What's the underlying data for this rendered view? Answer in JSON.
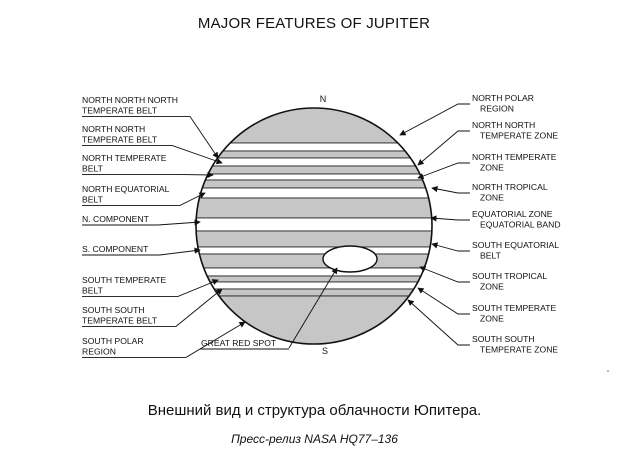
{
  "title": "MAJOR FEATURES OF JUPITER",
  "poles": {
    "north": "N",
    "south": "S"
  },
  "left_labels": [
    {
      "lines": [
        "NORTH NORTH NORTH",
        "TEMPERATE BELT"
      ]
    },
    {
      "lines": [
        "NORTH NORTH",
        "TEMPERATE BELT"
      ]
    },
    {
      "lines": [
        "NORTH TEMPERATE",
        "BELT"
      ]
    },
    {
      "lines": [
        "NORTH EQUATORIAL",
        "BELT"
      ]
    },
    {
      "lines": [
        "N. COMPONENT"
      ]
    },
    {
      "lines": [
        "S. COMPONENT"
      ]
    },
    {
      "lines": [
        "SOUTH TEMPERATE",
        "BELT"
      ]
    },
    {
      "lines": [
        "SOUTH SOUTH",
        "TEMPERATE BELT"
      ]
    },
    {
      "lines": [
        "SOUTH POLAR",
        "REGION"
      ]
    }
  ],
  "right_labels": [
    {
      "lines": [
        "NORTH POLAR",
        "REGION"
      ]
    },
    {
      "lines": [
        "NORTH NORTH",
        "TEMPERATE ZONE"
      ]
    },
    {
      "lines": [
        "NORTH TEMPERATE",
        "ZONE"
      ]
    },
    {
      "lines": [
        "NORTH TROPICAL",
        "ZONE"
      ]
    },
    {
      "lines": [
        "EQUATORIAL ZONE",
        "EQUATORIAL BAND"
      ]
    },
    {
      "lines": [
        "SOUTH EQUATORIAL",
        "BELT"
      ]
    },
    {
      "lines": [
        "SOUTH TROPICAL",
        "ZONE"
      ]
    },
    {
      "lines": [
        "SOUTH TEMPERATE",
        "ZONE"
      ]
    },
    {
      "lines": [
        "SOUTH SOUTH",
        "TEMPERATE ZONE"
      ]
    }
  ],
  "bottom_label": "GREAT RED SPOT",
  "caption": "Внешний вид и структура облачности Юпитера.",
  "subcaption": "Пресс-релиз NASA HQ77–136",
  "colors": {
    "band_fill": "#c6c6c6",
    "zone_fill": "#ffffff",
    "line": "#1a1a1a"
  }
}
